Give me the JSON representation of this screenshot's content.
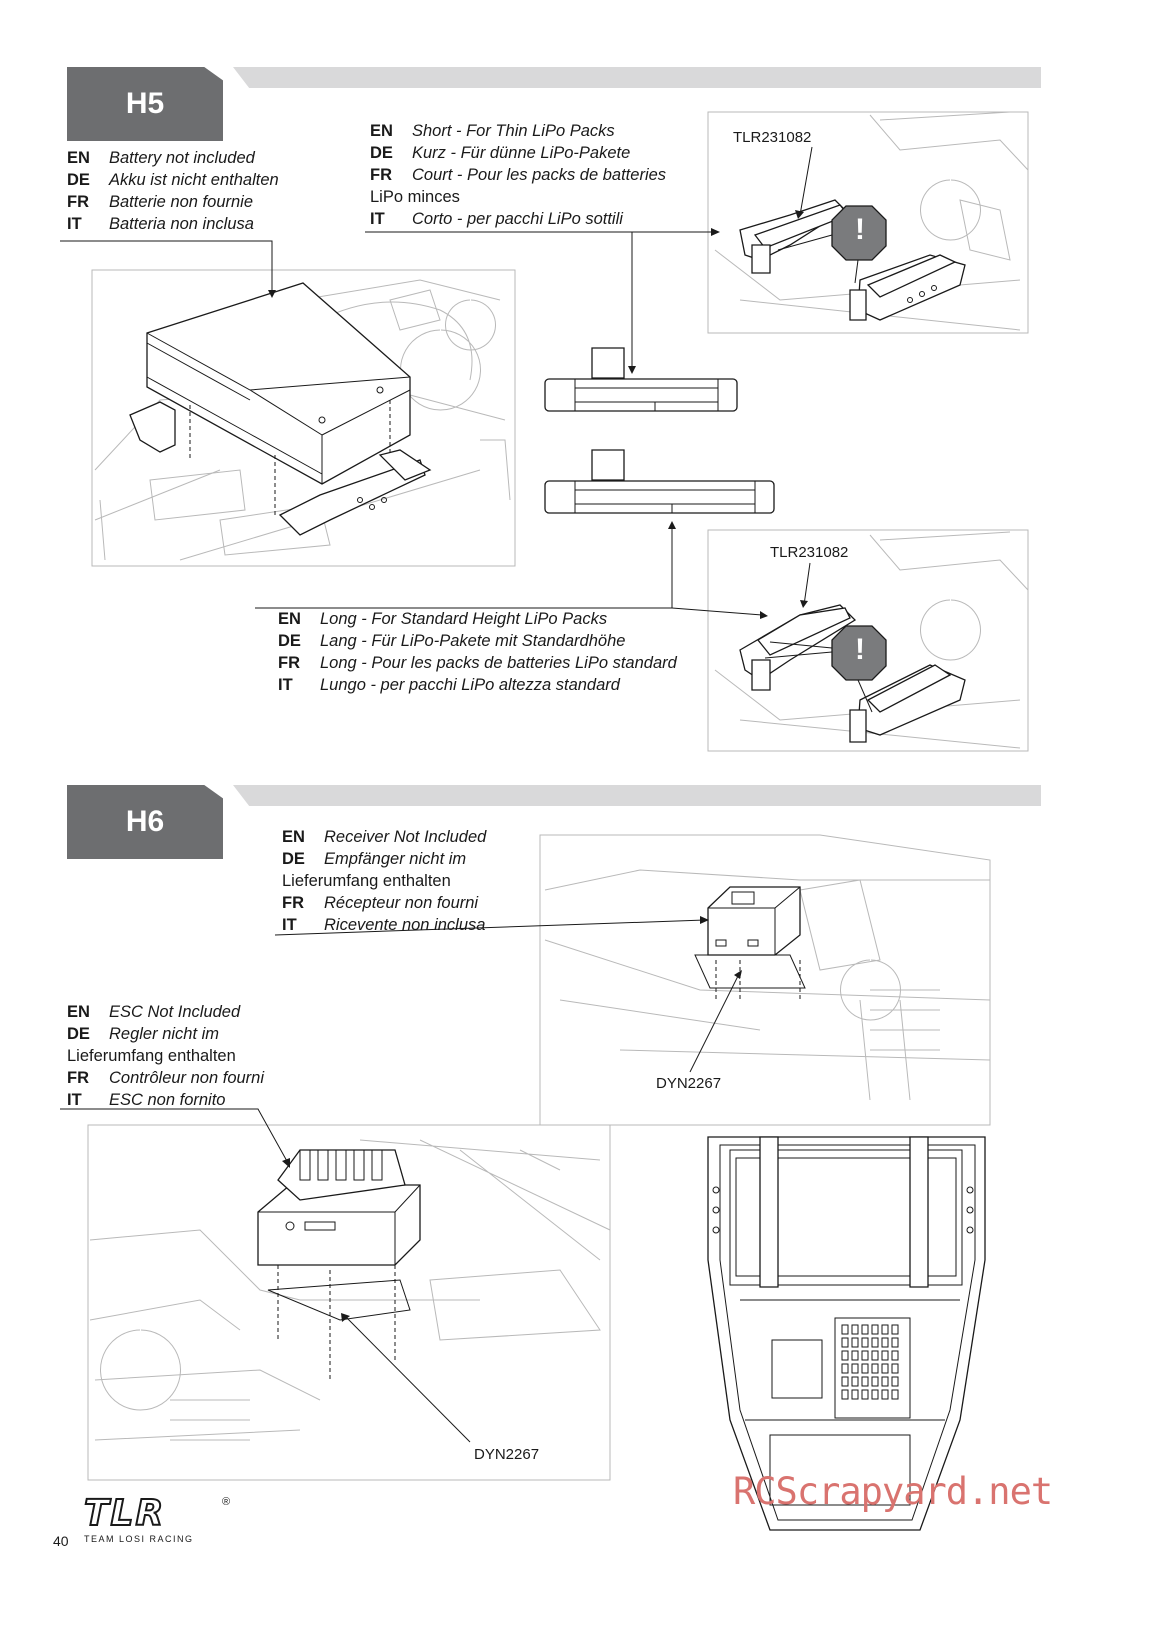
{
  "h5": {
    "step": "H5",
    "battery_note": [
      {
        "code": "EN",
        "text": "Battery not included"
      },
      {
        "code": "DE",
        "text": "Akku ist nicht enthalten"
      },
      {
        "code": "FR",
        "text": "Batterie non fournie"
      },
      {
        "code": "IT",
        "text": "Batteria non inclusa"
      }
    ],
    "short_note": [
      {
        "code": "EN",
        "text": "Short - For Thin LiPo Packs"
      },
      {
        "code": "DE",
        "text": "Kurz - Für dünne LiPo-Pakete"
      },
      {
        "code": "FR",
        "text": "Court - Pour les packs de batteries",
        "cont": "LiPo minces"
      },
      {
        "code": "IT",
        "text": "Corto - per pacchi LiPo sottili"
      }
    ],
    "long_note": [
      {
        "code": "EN",
        "text": "Long - For Standard Height LiPo Packs"
      },
      {
        "code": "DE",
        "text": "Lang - Für LiPo-Pakete mit Standardhöhe"
      },
      {
        "code": "FR",
        "text": "Long - Pour les packs de batteries LiPo standard"
      },
      {
        "code": "IT",
        "text": "Lungo - per pacchi LiPo altezza standard"
      }
    ],
    "part_top": "TLR231082",
    "part_bottom": "TLR231082",
    "warning_symbol": "!"
  },
  "h6": {
    "step": "H6",
    "receiver_note": [
      {
        "code": "EN",
        "text": "Receiver Not Included"
      },
      {
        "code": "DE",
        "text": "Empfänger nicht im",
        "cont": "Lieferumfang enthalten"
      },
      {
        "code": "FR",
        "text": "Récepteur non fourni"
      },
      {
        "code": "IT",
        "text": "Ricevente non inclusa"
      }
    ],
    "esc_note": [
      {
        "code": "EN",
        "text": "ESC Not Included"
      },
      {
        "code": "DE",
        "text": "Regler nicht im",
        "cont": "Lieferumfang enthalten"
      },
      {
        "code": "FR",
        "text": "Contrôleur non fourni"
      },
      {
        "code": "IT",
        "text": "ESC non fornito"
      }
    ],
    "part_receiver_tape": "DYN2267",
    "part_esc_tape": "DYN2267"
  },
  "footer": {
    "page_number": "40",
    "logo_text": "TLR",
    "logo_registered": "®",
    "logo_subtitle": "TEAM LOSI RACING",
    "watermark": "RCScrapyard.net"
  },
  "colors": {
    "tab": "#6d6e70",
    "bar": "#d9d9da",
    "watermark": "#d9736f",
    "warning_fill": "#7a7b7d"
  }
}
